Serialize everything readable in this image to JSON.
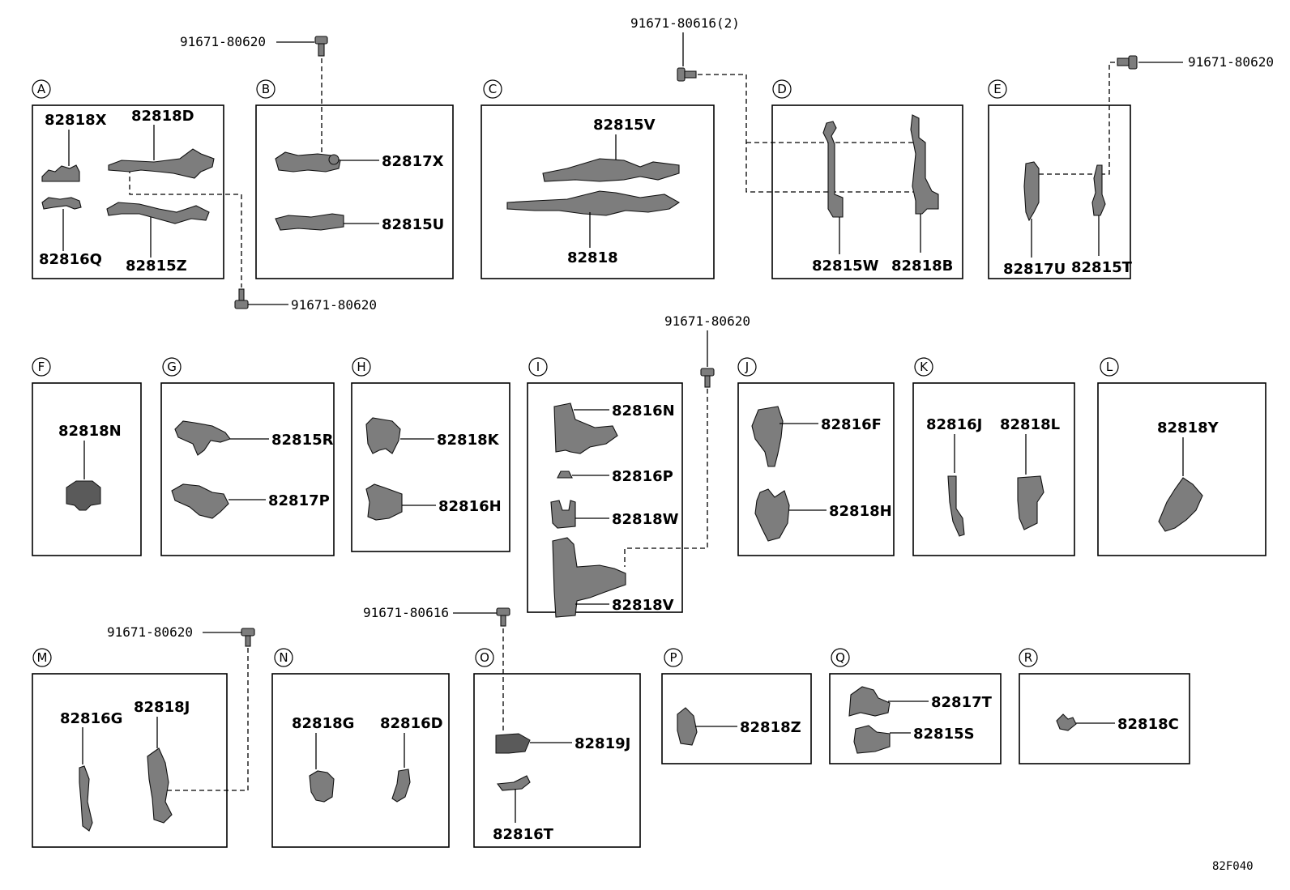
{
  "sections": [
    {
      "letter": "A",
      "parts": [
        "82818X",
        "82818D",
        "82816Q",
        "82815Z"
      ]
    },
    {
      "letter": "B",
      "parts": [
        "82817X",
        "82815U"
      ]
    },
    {
      "letter": "C",
      "parts": [
        "82815V",
        "82818"
      ]
    },
    {
      "letter": "D",
      "parts": [
        "82815W",
        "82818B"
      ]
    },
    {
      "letter": "E",
      "parts": [
        "82817U",
        "82815T"
      ]
    },
    {
      "letter": "F",
      "parts": [
        "82818N"
      ]
    },
    {
      "letter": "G",
      "parts": [
        "82815R",
        "82817P"
      ]
    },
    {
      "letter": "H",
      "parts": [
        "82818K",
        "82816H"
      ]
    },
    {
      "letter": "I",
      "parts": [
        "82816N",
        "82816P",
        "82818W",
        "82818V"
      ]
    },
    {
      "letter": "J",
      "parts": [
        "82816F",
        "82818H"
      ]
    },
    {
      "letter": "K",
      "parts": [
        "82816J",
        "82818L"
      ]
    },
    {
      "letter": "L",
      "parts": [
        "82818Y"
      ]
    },
    {
      "letter": "M",
      "parts": [
        "82816G",
        "82818J"
      ]
    },
    {
      "letter": "N",
      "parts": [
        "82818G",
        "82816D"
      ]
    },
    {
      "letter": "O",
      "parts": [
        "82819J",
        "82816T"
      ]
    },
    {
      "letter": "P",
      "parts": [
        "82818Z"
      ]
    },
    {
      "letter": "Q",
      "parts": [
        "82817T",
        "82815S"
      ]
    },
    {
      "letter": "R",
      "parts": [
        "82818C"
      ]
    }
  ],
  "bolts": [
    "91671-80620",
    "91671-80616(2)",
    "91671-80620",
    "91671-80620",
    "91671-80620",
    "91671-80620",
    "91671-80616"
  ],
  "diagram_code": "82F040"
}
